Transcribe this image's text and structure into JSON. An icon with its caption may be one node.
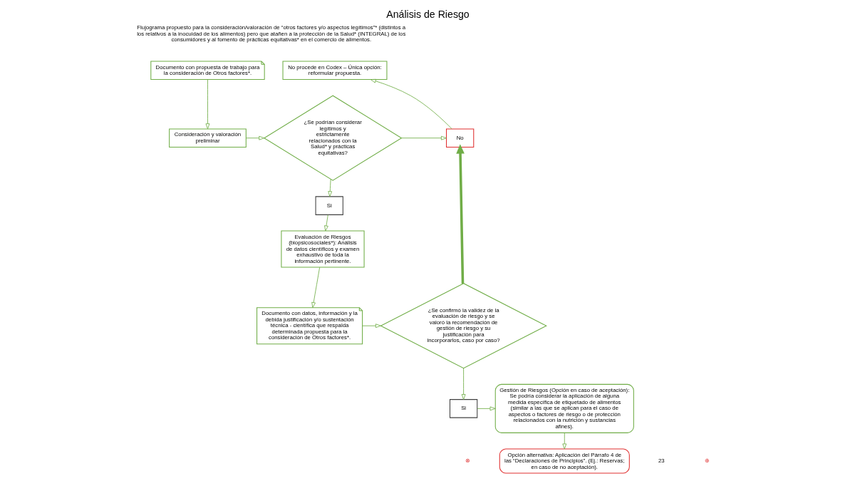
{
  "diagram": {
    "title": "Análisis de Riesgo",
    "nodes": [
      {
        "text": [
          "Documento con propuesta de trabajo para la consideración de Otros factores*."
        ]
      },
      {
        "text": [
          "Consideración y valoración preliminar"
        ]
      },
      {
        "text": [
          "¿Se podrían considerar legítimos y estrictamente relacionados con la Salud* y prácticas equitativas?"
        ]
      },
      {
        "text": [
          "No procede en Codex – Única opción: reformular propuesta."
        ]
      },
      {
        "text": [
          "No"
        ]
      },
      {
        "text": [
          "Si"
        ]
      },
      {
        "text": [
          "Evaluación de Riesgos (biopsicosociales*): Análisis de datos científicos y examen exhaustivo de toda la información pertinente."
        ]
      },
      {
        "text": [
          "Documento con datos, información y la debida justificación y/o sustentación técnica - científica que respalda determinada propuesta para la consideración de Otros factores*."
        ]
      },
      {
        "text": [
          "¿Se confirmó la validez de la evaluación de riesgo y se valoró la recomendación de gestión de riesgo y su justificación para incorporarlos, caso por caso?"
        ]
      },
      {
        "text": [
          "Si"
        ]
      },
      {
        "text": [
          "Gestión de Riesgos (Opción en caso de aceptación): Se podría considerar la aplicación de alguna medida específica de etiquetado de alimentos (similar a las que se aplican para el caso de aspectos o factores de riesgo o de protección relacionados con la nutrición y sustancias afines)."
        ]
      },
      {
        "text": [
          "Opción alternativa: Aplicación del Párrafo 4 de las “Declaraciones de Principios”. (Ej.: Reservas; en caso de no aceptación)."
        ]
      }
    ],
    "edges": [
      {
        "from": 0,
        "to": 1,
        "arrow": "to"
      },
      {
        "from": 1,
        "to": 2,
        "arrow": "to"
      },
      {
        "from": 2,
        "to": 4,
        "arrow": "to"
      },
      {
        "from": 4,
        "to": 3,
        "arrow": "to"
      },
      {
        "from": 2,
        "to": 5,
        "arrow": "to"
      },
      {
        "from": 5,
        "to": 6,
        "arrow": "to"
      },
      {
        "from": 6,
        "to": 7,
        "arrow": "to"
      },
      {
        "from": 7,
        "to": 8,
        "arrow": "to"
      },
      {
        "from": 8,
        "to": 4,
        "arrow": "to",
        "style": "thick"
      },
      {
        "from": 8,
        "to": 9,
        "arrow": "to"
      },
      {
        "from": 9,
        "to": 10,
        "arrow": "to"
      },
      {
        "from": 10,
        "to": 11,
        "arrow": "to"
      }
    ],
    "labels": [
      "Flujograma propuesto para la consideración/valoración de “otros factores y/o aspectos legítimos”* (distintos a los relativos a la inocuidad de los alimentos) pero que atañen a la protección de la Salud* (INTEGRAL) de los consumidores y al fomento de prácticas equitativas* en el comercio de alimentos.",
      "⊗",
      "⊕",
      "23"
    ]
  }
}
